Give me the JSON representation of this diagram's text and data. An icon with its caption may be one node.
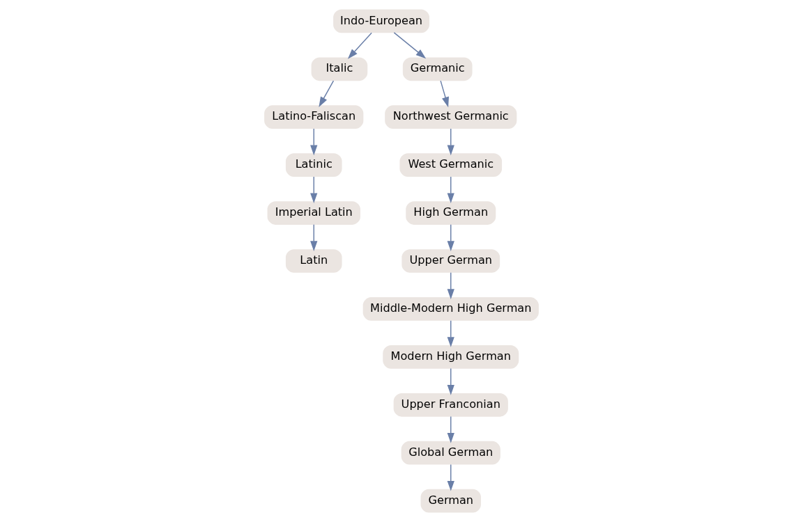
{
  "diagram": {
    "nodes": [
      {
        "text": [
          "Indo-European"
        ]
      },
      {
        "text": [
          "Italic"
        ]
      },
      {
        "text": [
          "Latino-Faliscan"
        ]
      },
      {
        "text": [
          "Latinic"
        ]
      },
      {
        "text": [
          "Imperial Latin"
        ]
      },
      {
        "text": [
          "Latin"
        ]
      },
      {
        "text": [
          "Germanic"
        ]
      },
      {
        "text": [
          "Northwest Germanic"
        ]
      },
      {
        "text": [
          "West Germanic"
        ]
      },
      {
        "text": [
          "High German"
        ]
      },
      {
        "text": [
          "Upper German"
        ]
      },
      {
        "text": [
          "Middle-Modern High German"
        ]
      },
      {
        "text": [
          "Modern High German"
        ]
      },
      {
        "text": [
          "Upper Franconian"
        ]
      },
      {
        "text": [
          "Global German"
        ]
      },
      {
        "text": [
          "German"
        ]
      }
    ],
    "edges": [
      {
        "from": 0,
        "to": 1,
        "arrow": "to"
      },
      {
        "from": 1,
        "to": 2,
        "arrow": "to"
      },
      {
        "from": 2,
        "to": 3,
        "arrow": "to"
      },
      {
        "from": 3,
        "to": 4,
        "arrow": "to"
      },
      {
        "from": 4,
        "to": 5,
        "arrow": "to"
      },
      {
        "from": 0,
        "to": 6,
        "arrow": "to"
      },
      {
        "from": 6,
        "to": 7,
        "arrow": "to"
      },
      {
        "from": 7,
        "to": 8,
        "arrow": "to"
      },
      {
        "from": 8,
        "to": 9,
        "arrow": "to"
      },
      {
        "from": 9,
        "to": 10,
        "arrow": "to"
      },
      {
        "from": 10,
        "to": 11,
        "arrow": "to"
      },
      {
        "from": 11,
        "to": 12,
        "arrow": "to"
      },
      {
        "from": 12,
        "to": 13,
        "arrow": "to"
      },
      {
        "from": 13,
        "to": 14,
        "arrow": "to"
      },
      {
        "from": 14,
        "to": 15,
        "arrow": "to"
      }
    ]
  }
}
